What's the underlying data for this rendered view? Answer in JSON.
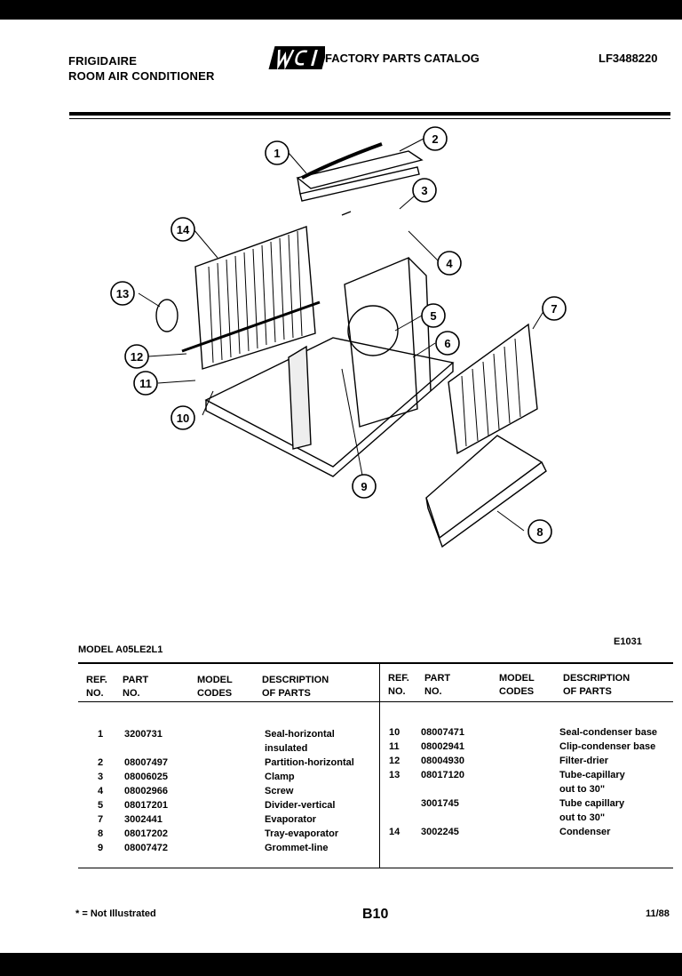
{
  "header": {
    "brand_line1": "FRIGIDAIRE",
    "brand_line2": "ROOM AIR CONDITIONER",
    "logo_text": "WCI",
    "catalog_title": "FACTORY PARTS CATALOG",
    "model_number": "LF3488220"
  },
  "diagram": {
    "callouts": [
      "1",
      "2",
      "3",
      "4",
      "5",
      "6",
      "7",
      "8",
      "9",
      "10",
      "11",
      "12",
      "13",
      "14"
    ]
  },
  "table": {
    "model_label": "MODEL A05LE2L1",
    "diagram_code": "E1031",
    "headers_left": {
      "ref": "REF.\nNO.",
      "part": "PART\nNO.",
      "codes": "MODEL\nCODES",
      "desc": "DESCRIPTION\nOF PARTS"
    },
    "headers_right": {
      "ref": "REF.\nNO.",
      "part": "PART\nNO.",
      "codes": "MODEL\nCODES",
      "desc": "DESCRIPTION\nOF PARTS"
    },
    "left_rows": [
      {
        "ref": "1",
        "part": "3200731",
        "desc": "Seal-horizontal"
      },
      {
        "ref": "",
        "part": "",
        "desc": "insulated"
      },
      {
        "ref": "2",
        "part": "08007497",
        "desc": "Partition-horizontal"
      },
      {
        "ref": "3",
        "part": "08006025",
        "desc": "Clamp"
      },
      {
        "ref": "4",
        "part": "08002966",
        "desc": "Screw"
      },
      {
        "ref": "5",
        "part": "08017201",
        "desc": "Divider-vertical"
      },
      {
        "ref": "7",
        "part": "3002441",
        "desc": "Evaporator"
      },
      {
        "ref": "8",
        "part": "08017202",
        "desc": "Tray-evaporator"
      },
      {
        "ref": "9",
        "part": "08007472",
        "desc": "Grommet-line"
      }
    ],
    "right_rows": [
      {
        "ref": "10",
        "part": "08007471",
        "desc": "Seal-condenser base"
      },
      {
        "ref": "11",
        "part": "08002941",
        "desc": "Clip-condenser base"
      },
      {
        "ref": "12",
        "part": "08004930",
        "desc": "Filter-drier"
      },
      {
        "ref": "13",
        "part": "08017120",
        "desc": "Tube-capillary"
      },
      {
        "ref": "",
        "part": "",
        "desc": "out to 30\""
      },
      {
        "ref": "",
        "part": "3001745",
        "desc": "Tube capillary"
      },
      {
        "ref": "",
        "part": "",
        "desc": "out to 30\""
      },
      {
        "ref": "14",
        "part": "3002245",
        "desc": "Condenser"
      }
    ]
  },
  "footer": {
    "note": "* = Not Illustrated",
    "page": "B10",
    "date": "11/88"
  }
}
